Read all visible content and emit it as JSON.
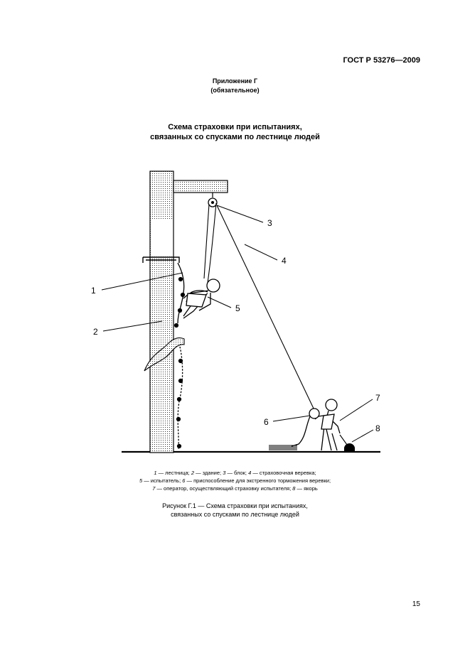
{
  "header": {
    "doc_code": "ГОСТ Р 53276—2009"
  },
  "annex": {
    "line1": "Приложение Г",
    "line2": "(обязательное)"
  },
  "section_title": {
    "line1": "Схема страховки при испытаниях,",
    "line2": "связанных со спусками по лестнице людей"
  },
  "figure": {
    "callouts": [
      "1",
      "2",
      "3",
      "4",
      "5",
      "6",
      "7",
      "8"
    ],
    "legend": [
      [
        {
          "num": "1",
          "text": " — лестница; "
        },
        {
          "num": "2",
          "text": " — здание; "
        },
        {
          "num": "3",
          "text": " — блок; "
        },
        {
          "num": "4",
          "text": " — страховочная веревка;"
        }
      ],
      [
        {
          "num": "5",
          "text": " — испытатель; "
        },
        {
          "num": "6",
          "text": " — приспособление для экстренного торможения веревки;"
        }
      ],
      [
        {
          "num": "7",
          "text": " — оператор, осуществляющий страховку испытателя; "
        },
        {
          "num": "8",
          "text": " — якорь"
        }
      ]
    ],
    "caption": {
      "line1": "Рисунок Г.1 — Схема страховки при испытаниях,",
      "line2": "связанных со спусками по лестнице людей"
    }
  },
  "page_number": "15"
}
